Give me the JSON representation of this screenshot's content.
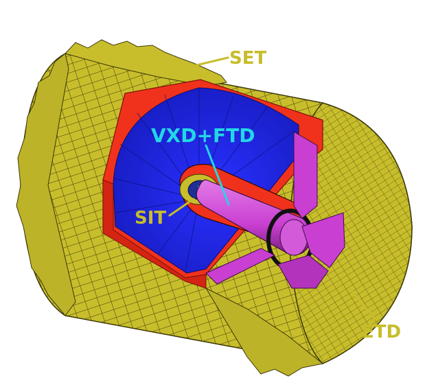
{
  "labels": {
    "set": "SET",
    "vxd_ftd": "VXD+FTD",
    "sit": "SIT",
    "etd": "ETD"
  },
  "colors": {
    "outer_shell": "#c8be2c",
    "outer_shell_dark": "#8f8719",
    "outer_grid": "#3b3708",
    "tpc_blue": "#1f24ee",
    "tpc_blue_dark": "#1517a8",
    "cut_red": "#f0321c",
    "beam_pipe_magenta": "#c93fd1",
    "beam_pipe_dark": "#7a1f80",
    "label_yellow": "#c7bd2a",
    "label_cyan": "#22d7e6"
  }
}
